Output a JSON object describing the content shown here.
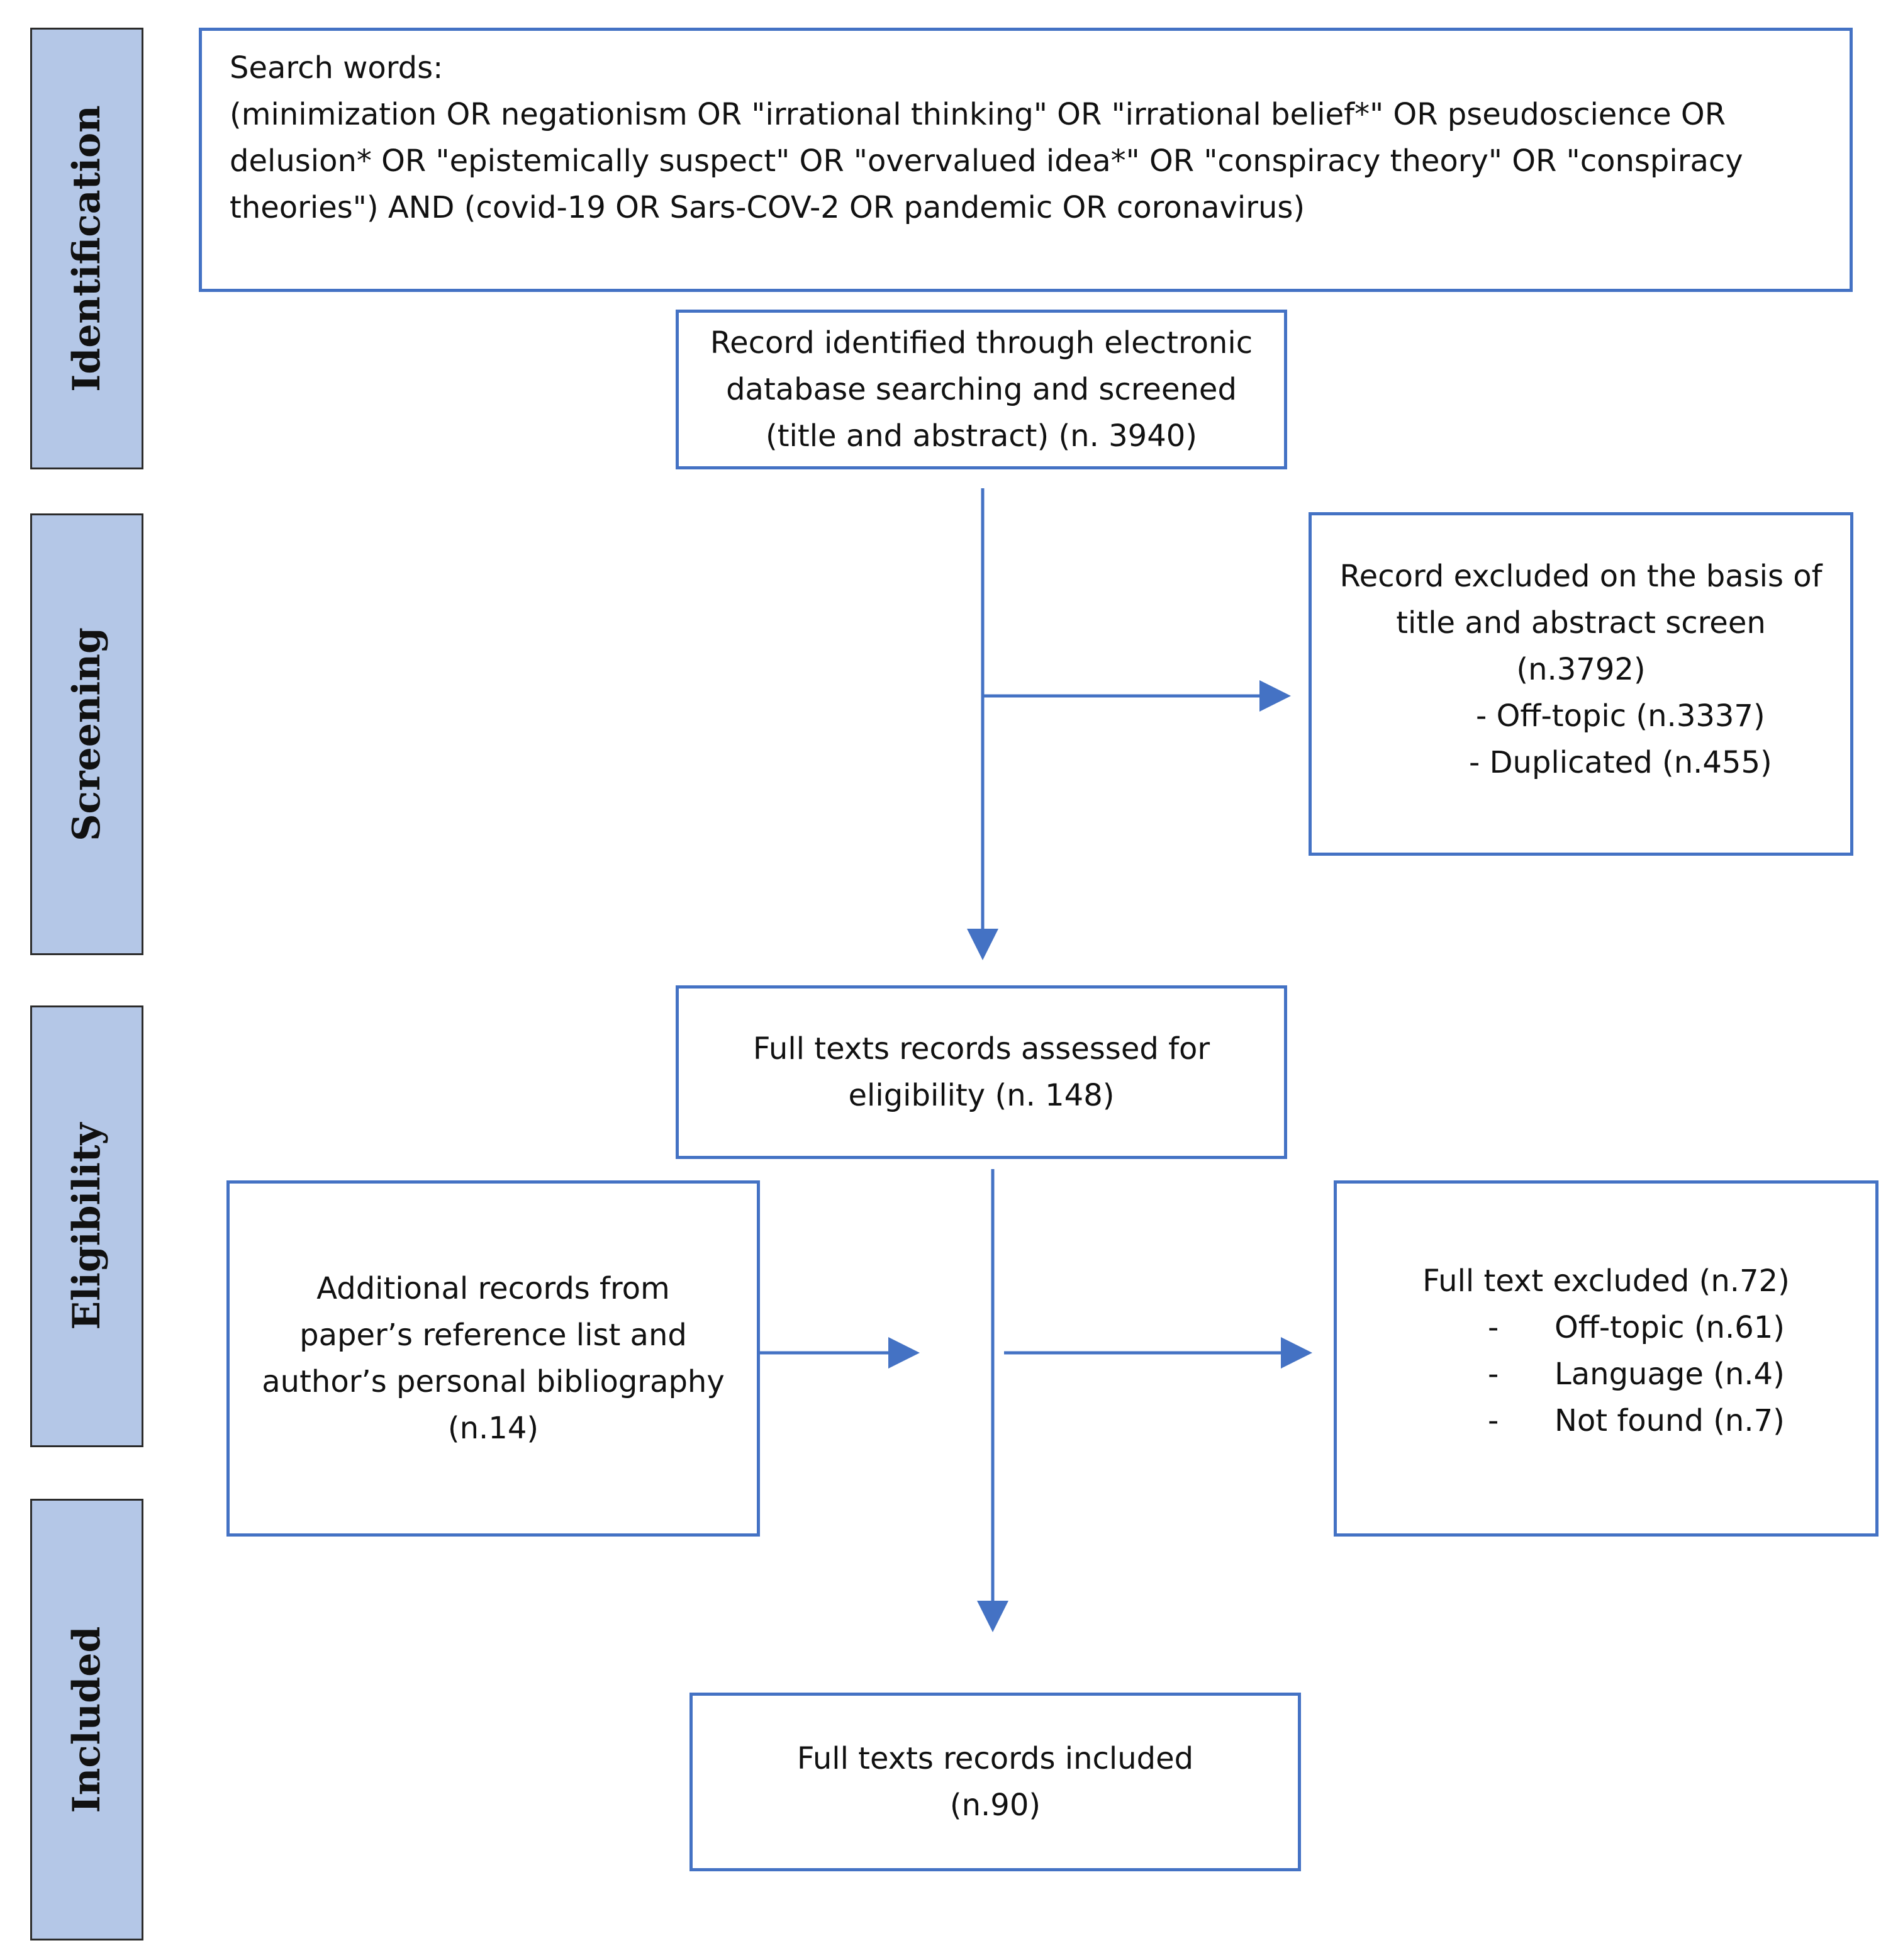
{
  "phases": {
    "identification": "Identification",
    "screening": "Screening",
    "eligibility": "Eligibility",
    "included": "Included"
  },
  "search": {
    "label": "Search words:",
    "query_lines": [
      "(minimization OR negationism OR \"irrational thinking\" OR \"irrational belief*\" OR pseudoscience OR",
      "delusion* OR \"epistemically suspect\" OR \"overvalued idea*\" OR \"conspiracy theory\" OR \"conspiracy",
      "theories\") AND (covid-19 OR Sars-COV-2 OR pandemic OR coronavirus)"
    ]
  },
  "identified": {
    "lines": [
      "Record identified through electronic",
      "database searching and screened",
      "(title and abstract) (n. 3940)"
    ]
  },
  "excluded_screen": {
    "lines": [
      "Record excluded on the basis of",
      "title and abstract screen",
      "(n.3792)"
    ],
    "items": [
      "- Off-topic (n.3337)",
      "- Duplicated (n.455)"
    ]
  },
  "fulltext_assessed": {
    "lines": [
      "Full texts records assessed for",
      "eligibility (n. 148)"
    ]
  },
  "additional": {
    "lines": [
      "Additional records from",
      "paper’s reference list and",
      "author’s personal bibliography",
      "(n.14)"
    ]
  },
  "fulltext_excluded": {
    "title": "Full text excluded (n.72)",
    "items": [
      {
        "dash": "-",
        "text": "Off-topic (n.61)"
      },
      {
        "dash": "-",
        "text": "Language (n.4)"
      },
      {
        "dash": "-",
        "text": "Not found (n.7)"
      }
    ]
  },
  "included": {
    "lines": [
      "Full texts records included",
      "(n.90)"
    ]
  },
  "colors": {
    "box_border": "#4472c4",
    "arrow": "#4472c4",
    "phase_fill": "#b4c7e7"
  }
}
